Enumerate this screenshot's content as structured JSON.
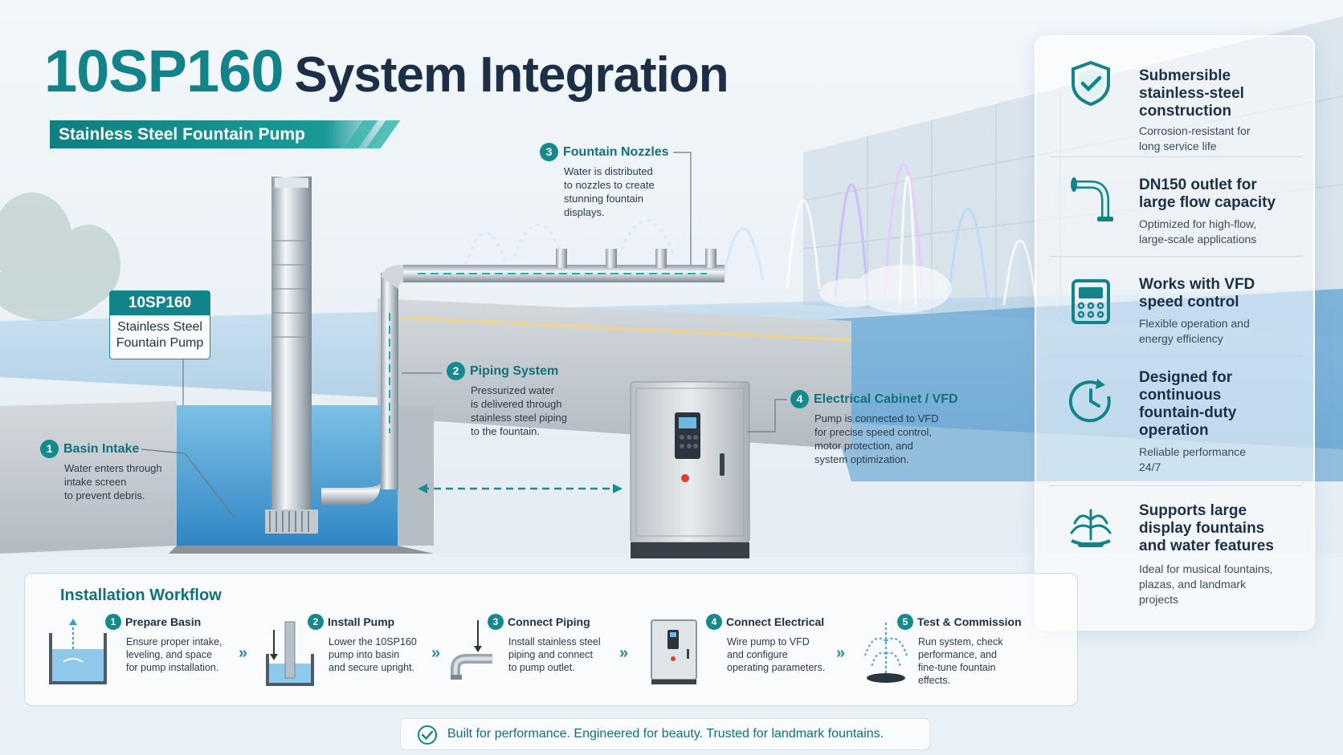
{
  "title": {
    "model": "10SP160",
    "rest": "System Integration"
  },
  "subtitle": "Stainless Steel Fountain Pump",
  "pump_tag": {
    "head": "10SP160",
    "line1": "Stainless Steel",
    "line2": "Fountain Pump"
  },
  "steps": [
    {
      "num": "1",
      "title": "Basin Intake",
      "desc": [
        "Water enters through",
        "intake screen",
        "to prevent debris."
      ]
    },
    {
      "num": "2",
      "title": "Piping System",
      "desc": [
        "Pressurized water",
        "is delivered through",
        "stainless steel piping",
        "to the fountain."
      ]
    },
    {
      "num": "3",
      "title": "Fountain Nozzles",
      "desc": [
        "Water is distributed",
        "to nozzles to create",
        "stunning fountain",
        "displays."
      ]
    },
    {
      "num": "4",
      "title": "Electrical Cabinet / VFD",
      "desc": [
        "Pump is connected to VFD",
        "for precise speed control,",
        "motor protection, and",
        "system optimization."
      ]
    }
  ],
  "features": [
    {
      "icon": "shield-check-icon",
      "title": [
        "Submersible",
        "stainless-steel",
        "construction"
      ],
      "desc": [
        "Corrosion-resistant for",
        "long service life"
      ]
    },
    {
      "icon": "pipe-elbow-icon",
      "title": [
        "DN150 outlet for",
        "large flow capacity"
      ],
      "desc": [
        "Optimized for high-flow,",
        "large-scale applications"
      ]
    },
    {
      "icon": "vfd-controller-icon",
      "title": [
        "Works with VFD",
        "speed control"
      ],
      "desc": [
        "Flexible operation and",
        "energy efficiency"
      ]
    },
    {
      "icon": "clock-icon",
      "title": [
        "Designed for",
        "continuous",
        "fountain-duty",
        "operation"
      ],
      "desc": [
        "Reliable performance",
        "24/7"
      ]
    },
    {
      "icon": "fountain-icon",
      "title": [
        "Supports large",
        "display fountains",
        "and water features"
      ],
      "desc": [
        "Ideal for musical fountains,",
        "plazas, and landmark",
        "projects"
      ]
    }
  ],
  "workflow": {
    "title": "Installation Workflow",
    "steps": [
      {
        "num": "1",
        "title": "Prepare Basin",
        "desc": [
          "Ensure proper intake,",
          "leveling, and space",
          "for pump installation."
        ]
      },
      {
        "num": "2",
        "title": "Install Pump",
        "desc": [
          "Lower the 10SP160",
          "pump into basin",
          "and secure upright."
        ]
      },
      {
        "num": "3",
        "title": "Connect Piping",
        "desc": [
          "Install stainless steel",
          "piping and connect",
          "to pump outlet."
        ]
      },
      {
        "num": "4",
        "title": "Connect Electrical",
        "desc": [
          "Wire pump to VFD",
          "and configure",
          "operating parameters."
        ]
      },
      {
        "num": "5",
        "title": "Test & Commission",
        "desc": [
          "Run system, check",
          "performance, and",
          "fine-tune fountain",
          "effects."
        ]
      }
    ],
    "chevron": "»"
  },
  "footer": "Built for performance. Engineered for beauty. Trusted for landmark fountains.",
  "colors": {
    "teal": "#13838a",
    "navy": "#1d2f47",
    "water": "#4aa3d8"
  }
}
